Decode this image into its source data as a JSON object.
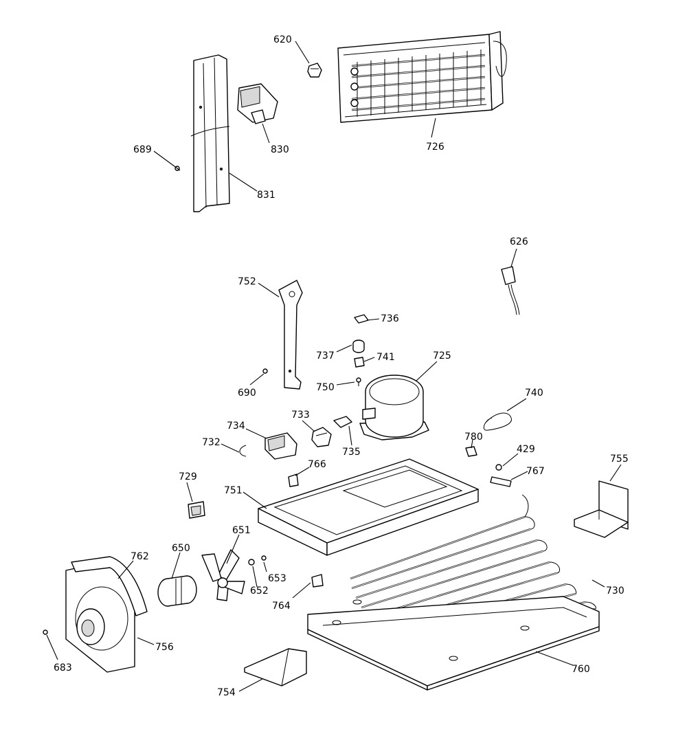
{
  "labels": {
    "p620": "620",
    "p726": "726",
    "p830": "830",
    "p689": "689",
    "p831": "831",
    "p626": "626",
    "p752": "752",
    "p736": "736",
    "p737": "737",
    "p741": "741",
    "p725": "725",
    "p690": "690",
    "p750": "750",
    "p740": "740",
    "p733": "733",
    "p734": "734",
    "p732": "732",
    "p735": "735",
    "p780": "780",
    "p429": "429",
    "p767": "767",
    "p755": "755",
    "p766": "766",
    "p729": "729",
    "p751": "751",
    "p651": "651",
    "p650": "650",
    "p762": "762",
    "p653": "653",
    "p652": "652",
    "p764": "764",
    "p730": "730",
    "p756": "756",
    "p683": "683",
    "p760": "760",
    "p754": "754"
  }
}
